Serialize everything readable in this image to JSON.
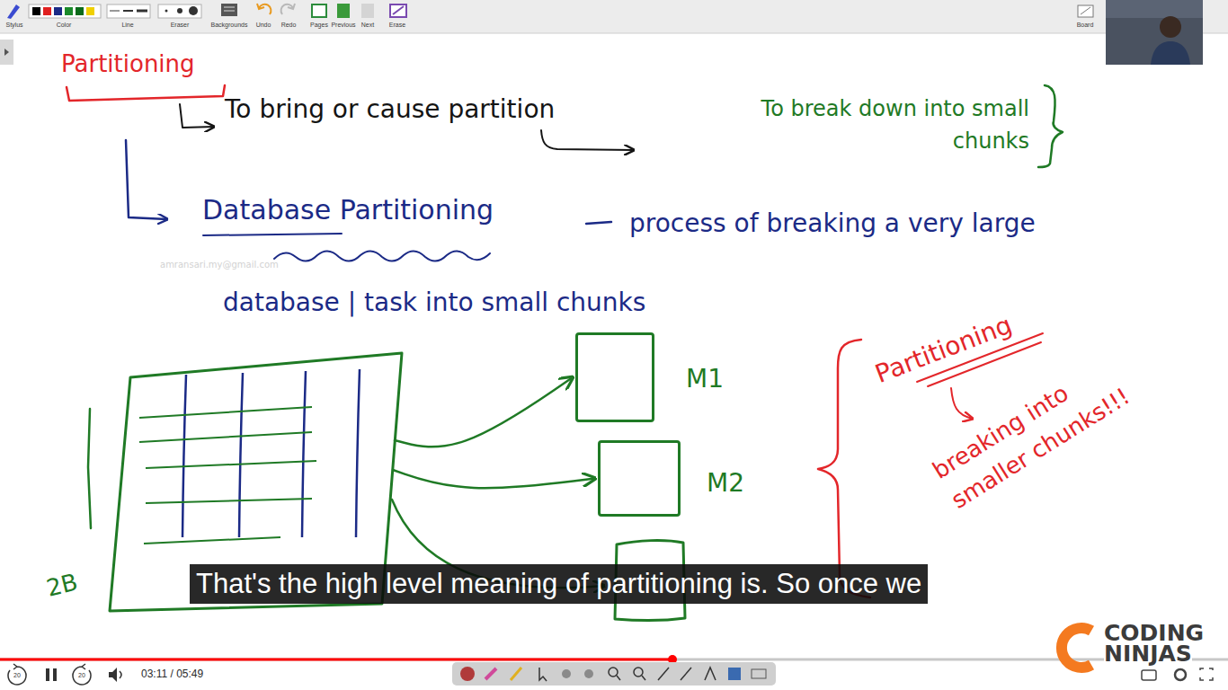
{
  "diagram": {
    "caption": "That's the high level meaning of partitioning is. So once we",
    "nodes": [
      {
        "text": [
          "2B"
        ]
      },
      {
        "text": [
          "M1"
        ]
      },
      {
        "text": [
          "M2"
        ]
      }
    ],
    "edges": [
      {
        "from": 0,
        "to": 1,
        "arrow": "to"
      },
      {
        "from": 0,
        "to": 2,
        "arrow": "to"
      }
    ],
    "labels": [
      "Partitioning",
      "To bring or cause partition",
      "To break down into small chunks",
      "Database Partitioning",
      "process of breaking a very large database | task into small chunks",
      "Partitioning",
      "breaking into smaller chunks!!!",
      "amransari.my@gmail.com",
      "Stylus",
      "Color",
      "Line",
      "Eraser",
      "Backgrounds",
      "Undo",
      "Redo",
      "Pages",
      "Previous",
      "Next",
      "Erase",
      "Board",
      "20",
      "20",
      "03:11 / 05:49",
      "CODING",
      "NINJAS"
    ]
  }
}
